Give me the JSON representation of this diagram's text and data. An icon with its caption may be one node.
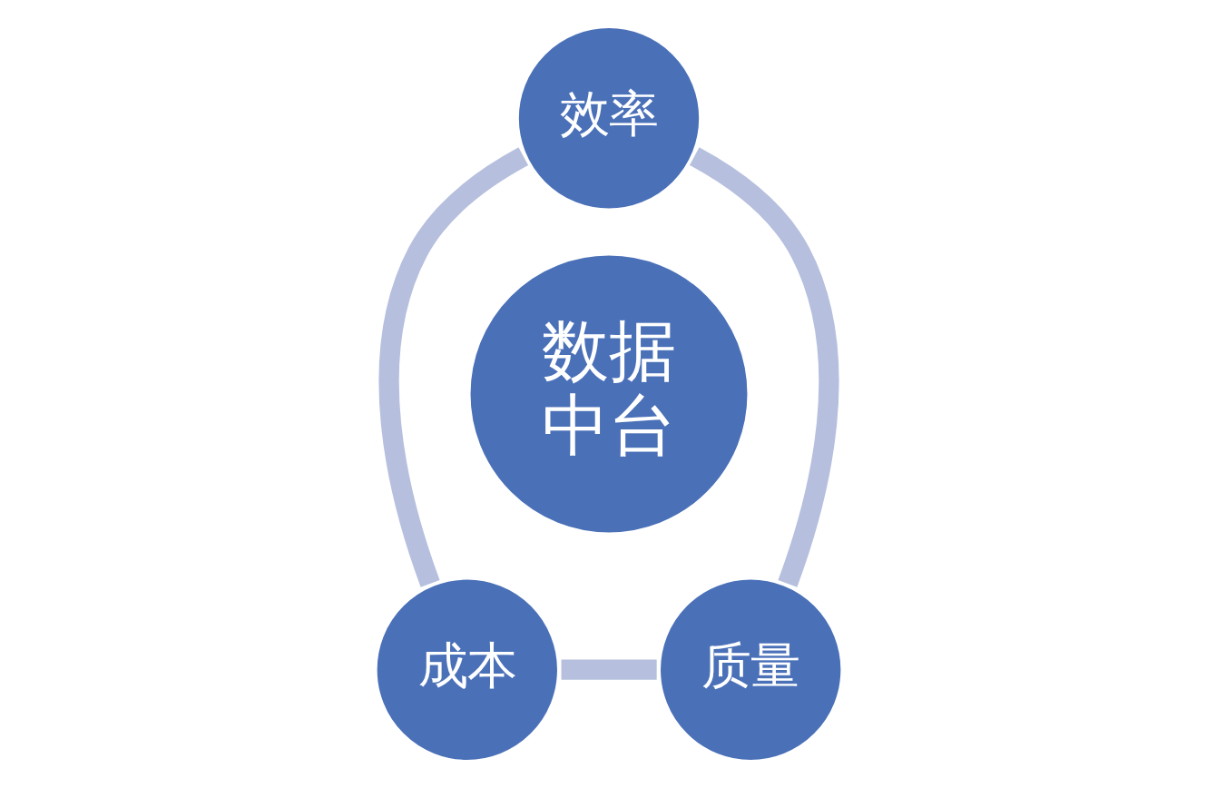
{
  "diagram": {
    "nodes": [
      {
        "text": [
          "效率"
        ]
      },
      {
        "text": [
          "数据中台"
        ]
      },
      {
        "text": [
          "成本"
        ]
      },
      {
        "text": [
          "质量"
        ]
      }
    ],
    "edges": [
      {
        "from": 0,
        "to": 3,
        "arrow": "none"
      },
      {
        "from": 3,
        "to": 2,
        "arrow": "none"
      },
      {
        "from": 2,
        "to": 0,
        "arrow": "none"
      }
    ]
  }
}
